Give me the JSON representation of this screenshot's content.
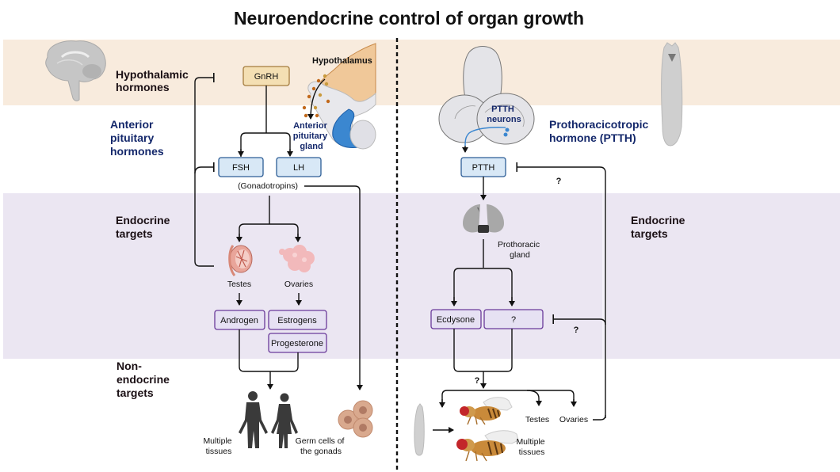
{
  "title": "Neuroendocrine control of organ growth",
  "colors": {
    "band_hypothalamic": "#f8ebdd",
    "band_endocrine": "#ebe6f2",
    "box_gnrh_fill": "#f4dfb3",
    "box_gnrh_stroke": "#a47c3e",
    "box_blue_fill": "#d8e8f6",
    "box_blue_stroke": "#2d5d96",
    "box_purple_fill": "#e6e1f3",
    "box_purple_stroke": "#6a3a9a",
    "text_blue": "#14286b",
    "gland_blue": "#3b87d0"
  },
  "left": {
    "row_labels": {
      "hypothalamic": [
        "Hypothalamic",
        "hormones"
      ],
      "anterior": [
        "Anterior",
        "pituitary",
        "hormones"
      ],
      "endocrine": [
        "Endocrine",
        "targets"
      ],
      "nonendocrine": [
        "Non-",
        "endocrine",
        "targets"
      ]
    },
    "hypothalamus_label": "Hypothalamus",
    "pituitary_label": [
      "Anterior",
      "pituitary",
      "gland"
    ],
    "boxes": {
      "gnrh": "GnRH",
      "fsh": "FSH",
      "lh": "LH",
      "androgen": "Androgen",
      "estrogens": "Estrogens",
      "progesterone": "Progesterone"
    },
    "gonadotropins_label": "(Gonadotropins)",
    "testes_label": "Testes",
    "ovaries_label": "Ovaries",
    "multiple_tissues_label": [
      "Multiple",
      "tissues"
    ],
    "germ_cells_label": [
      "Germ cells of",
      "the gonads"
    ]
  },
  "right": {
    "ptth_neurons_label": [
      "PTTH",
      "neurons"
    ],
    "row_labels": {
      "ptth": [
        "Prothoracicotropic",
        "hormone (PTTH)"
      ],
      "endocrine": [
        "Endocrine",
        "targets"
      ]
    },
    "boxes": {
      "ptth": "PTTH",
      "ecdysone": "Ecdysone",
      "unknown": "?"
    },
    "prothoracic_gland_label": [
      "Prothoracic",
      "gland"
    ],
    "question_marks": [
      "?",
      "?",
      "?"
    ],
    "testes_label": "Testes",
    "ovaries_label": "Ovaries",
    "multiple_tissues_label": [
      "Multiple",
      "tissues"
    ]
  }
}
